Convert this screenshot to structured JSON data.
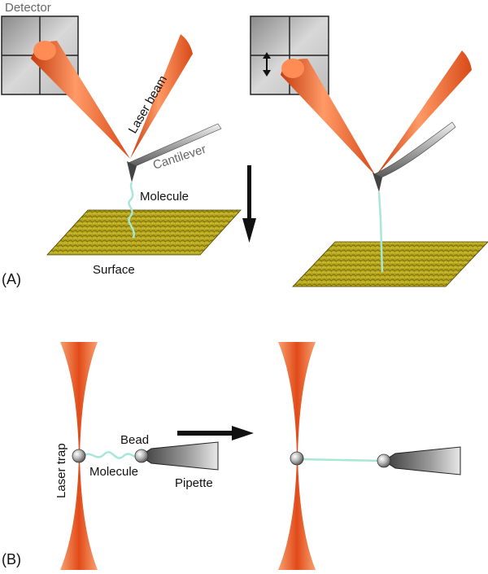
{
  "panels": {
    "a": "(A)",
    "b": "(B)"
  },
  "labels": {
    "detector": "Detector",
    "laser_beam": "Laser beam",
    "cantilever": "Cantilever",
    "molecule_a": "Molecule",
    "surface": "Surface",
    "laser_trap": "Laser trap",
    "bead": "Bead",
    "molecule_b": "Molecule",
    "pipette": "Pipette"
  },
  "colors": {
    "laser": "#ea5a26",
    "molecule": "#a8e6d8",
    "surface": "#b9a81a",
    "detector": "#b0b0b0",
    "arrow": "#111111"
  }
}
